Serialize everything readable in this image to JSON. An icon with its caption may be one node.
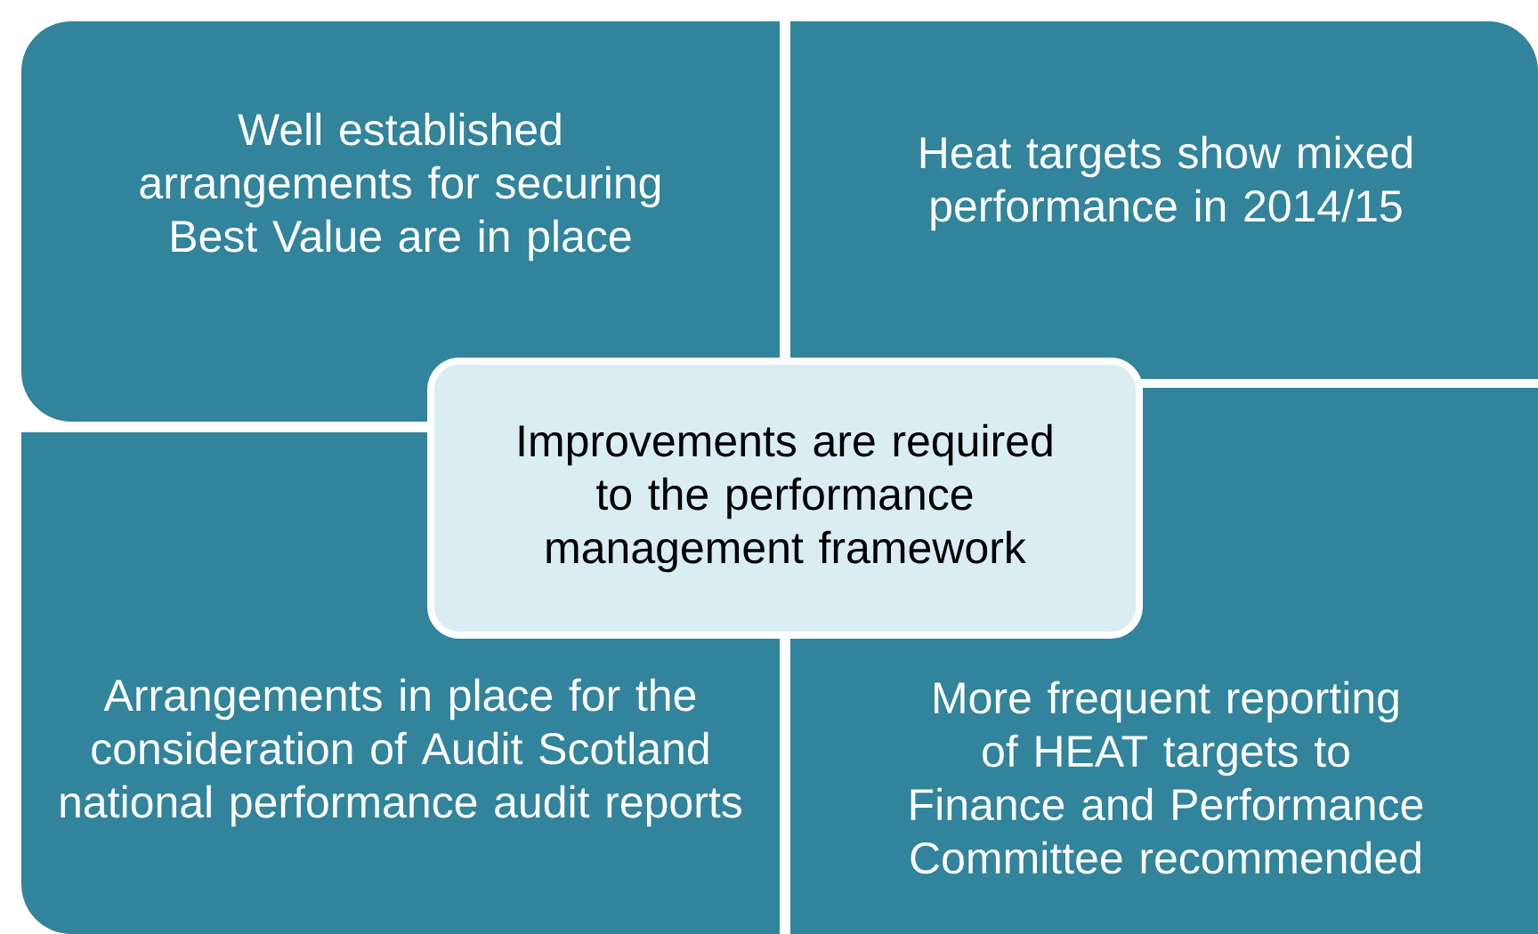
{
  "diagram": {
    "nodes": [
      {
        "text": [
          "Well established arrangements for securing Best Value are in place"
        ]
      },
      {
        "text": [
          "Heat targets show mixed performance in 2014/15"
        ]
      },
      {
        "text": [
          "Improvements are required to the performance management framework"
        ]
      },
      {
        "text": [
          "Arrangements in place for the consideration of Audit Scotland national performance audit reports"
        ]
      },
      {
        "text": [
          "More frequent reporting of HEAT targets to Finance and Performance Committee recommended"
        ]
      }
    ]
  }
}
